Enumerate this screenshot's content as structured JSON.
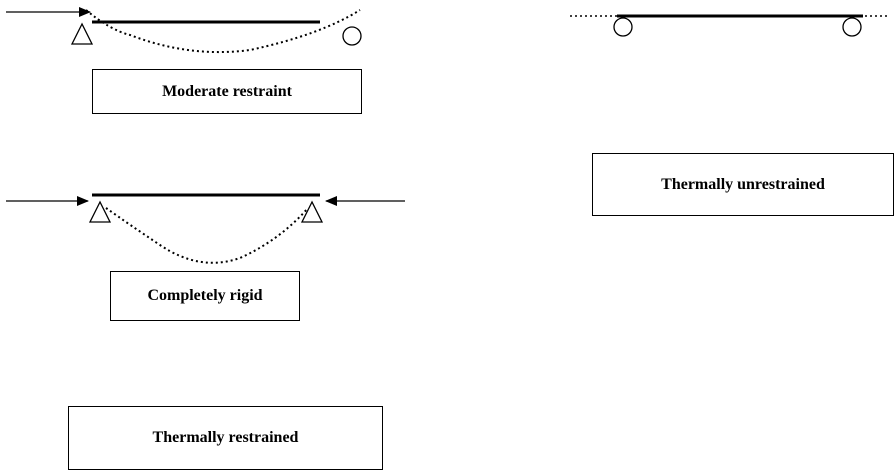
{
  "labels": {
    "moderate_restraint": "Moderate restraint",
    "completely_rigid": "Completely rigid",
    "thermally_restrained": "Thermally restrained",
    "thermally_unrestrained": "Thermally unrestrained"
  },
  "colors": {
    "stroke": "#000000",
    "background": "#ffffff"
  }
}
